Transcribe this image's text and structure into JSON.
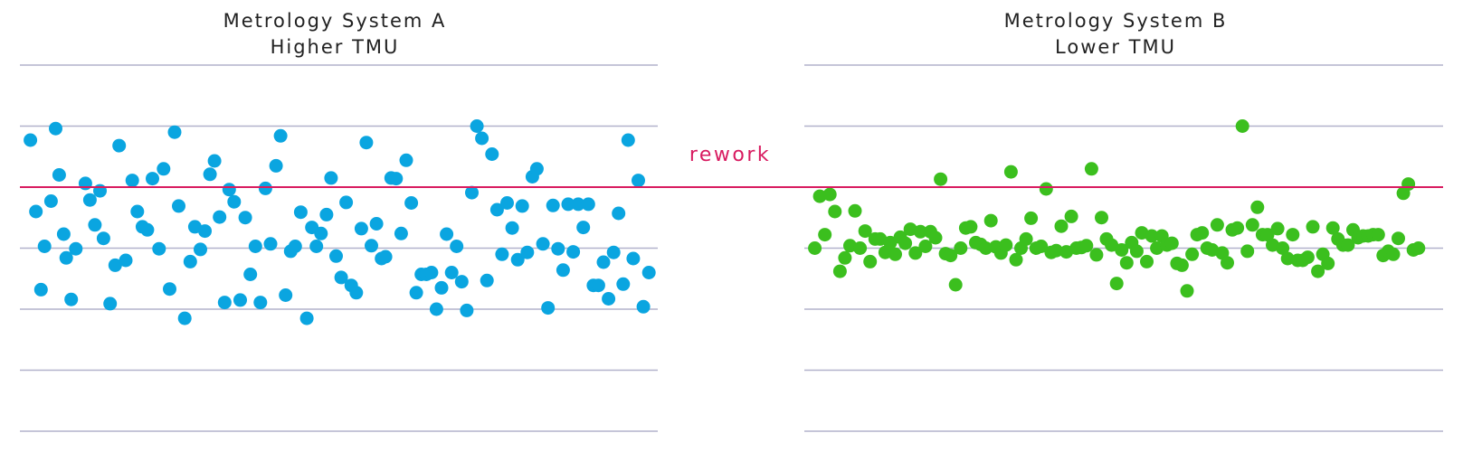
{
  "threshold_label": "rework",
  "colors": {
    "gridline": "#b2b2cc",
    "rework_line": "#d81b60",
    "series_a": "#0aa5e0",
    "series_b": "#3bbf1e"
  },
  "chart_data": [
    {
      "type": "scatter",
      "title": [
        "Metrology System A",
        "Higher TMU"
      ],
      "xlabel": "",
      "ylabel": "",
      "ylim": [
        0,
        6
      ],
      "xlim": [
        0,
        125
      ],
      "grid": true,
      "legend": "none",
      "rework_threshold": 4,
      "series": [
        {
          "color_key": "series_a",
          "points": [
            [
              1.0,
              4.77
            ],
            [
              2.1,
              3.6
            ],
            [
              3.1,
              2.32
            ],
            [
              3.8,
              3.03
            ],
            [
              5.1,
              3.77
            ],
            [
              6.0,
              4.96
            ],
            [
              6.7,
              4.2
            ],
            [
              7.6,
              3.23
            ],
            [
              8.1,
              2.84
            ],
            [
              9.1,
              2.16
            ],
            [
              10.0,
              2.99
            ],
            [
              11.9,
              4.06
            ],
            [
              12.8,
              3.79
            ],
            [
              13.8,
              3.38
            ],
            [
              14.8,
              3.94
            ],
            [
              15.5,
              3.16
            ],
            [
              16.8,
              2.09
            ],
            [
              17.8,
              2.72
            ],
            [
              18.6,
              4.68
            ],
            [
              19.9,
              2.8
            ],
            [
              21.2,
              4.11
            ],
            [
              22.2,
              3.6
            ],
            [
              23.2,
              3.35
            ],
            [
              24.2,
              3.3
            ],
            [
              25.2,
              4.14
            ],
            [
              26.5,
              2.99
            ],
            [
              27.4,
              4.3
            ],
            [
              28.6,
              2.33
            ],
            [
              29.6,
              4.9
            ],
            [
              30.4,
              3.69
            ],
            [
              31.6,
              1.85
            ],
            [
              32.7,
              2.78
            ],
            [
              33.6,
              3.35
            ],
            [
              34.7,
              2.98
            ],
            [
              35.6,
              3.28
            ],
            [
              36.6,
              4.21
            ],
            [
              37.5,
              4.43
            ],
            [
              38.5,
              3.51
            ],
            [
              39.5,
              2.11
            ],
            [
              40.4,
              3.96
            ],
            [
              41.4,
              3.76
            ],
            [
              42.6,
              2.15
            ],
            [
              43.6,
              3.5
            ],
            [
              44.6,
              2.57
            ],
            [
              45.6,
              3.03
            ],
            [
              46.6,
              2.11
            ],
            [
              47.6,
              3.98
            ],
            [
              48.6,
              3.07
            ],
            [
              49.7,
              4.35
            ],
            [
              50.6,
              4.84
            ],
            [
              51.6,
              2.23
            ],
            [
              52.6,
              2.95
            ],
            [
              53.5,
              3.03
            ],
            [
              54.6,
              3.59
            ],
            [
              55.8,
              1.85
            ],
            [
              56.8,
              3.34
            ],
            [
              57.7,
              3.03
            ],
            [
              58.6,
              3.24
            ],
            [
              59.7,
              3.55
            ],
            [
              60.6,
              4.15
            ],
            [
              61.6,
              2.87
            ],
            [
              62.6,
              2.52
            ],
            [
              63.6,
              3.75
            ],
            [
              64.6,
              2.39
            ],
            [
              65.6,
              2.27
            ],
            [
              66.6,
              3.32
            ],
            [
              67.6,
              4.73
            ],
            [
              68.6,
              3.04
            ],
            [
              69.6,
              3.4
            ],
            [
              70.6,
              2.83
            ],
            [
              71.4,
              2.86
            ],
            [
              72.5,
              4.15
            ],
            [
              73.5,
              4.14
            ],
            [
              74.5,
              3.24
            ],
            [
              75.5,
              4.44
            ],
            [
              76.5,
              3.74
            ],
            [
              77.5,
              2.27
            ],
            [
              78.5,
              2.57
            ],
            [
              79.5,
              2.57
            ],
            [
              80.5,
              2.6
            ],
            [
              81.5,
              2.0
            ],
            [
              82.5,
              2.35
            ],
            [
              83.5,
              3.23
            ],
            [
              84.5,
              2.6
            ],
            [
              85.5,
              3.03
            ],
            [
              86.5,
              2.45
            ],
            [
              87.5,
              1.98
            ],
            [
              88.5,
              3.91
            ],
            [
              89.5,
              5.0
            ],
            [
              90.5,
              4.8
            ],
            [
              91.5,
              2.47
            ],
            [
              92.5,
              4.54
            ],
            [
              93.5,
              3.63
            ],
            [
              94.5,
              2.9
            ],
            [
              95.5,
              3.74
            ],
            [
              96.5,
              3.33
            ],
            [
              97.6,
              2.81
            ],
            [
              98.5,
              3.69
            ],
            [
              99.5,
              2.93
            ],
            [
              100.5,
              4.17
            ],
            [
              101.4,
              4.3
            ],
            [
              102.6,
              3.07
            ],
            [
              103.6,
              2.02
            ],
            [
              104.6,
              3.7
            ],
            [
              105.6,
              2.99
            ],
            [
              106.6,
              2.64
            ],
            [
              107.6,
              3.72
            ],
            [
              108.6,
              2.94
            ],
            [
              109.6,
              3.72
            ],
            [
              110.6,
              3.34
            ],
            [
              111.6,
              3.72
            ],
            [
              112.6,
              2.39
            ],
            [
              113.6,
              2.39
            ],
            [
              114.6,
              2.77
            ],
            [
              115.6,
              2.17
            ],
            [
              116.6,
              2.93
            ],
            [
              117.6,
              3.57
            ],
            [
              118.5,
              2.41
            ],
            [
              119.5,
              4.77
            ],
            [
              120.5,
              2.83
            ],
            [
              121.5,
              4.11
            ],
            [
              122.5,
              2.04
            ],
            [
              123.6,
              2.6
            ]
          ]
        }
      ]
    },
    {
      "type": "scatter",
      "title": [
        "Metrology System B",
        "Lower TMU"
      ],
      "xlabel": "",
      "ylabel": "",
      "ylim": [
        0,
        6
      ],
      "xlim": [
        0,
        125
      ],
      "grid": true,
      "legend": "none",
      "rework_threshold": 4,
      "series": [
        {
          "color_key": "series_b",
          "points": [
            [
              1.0,
              3.0
            ],
            [
              2.0,
              3.85
            ],
            [
              3.0,
              3.22
            ],
            [
              4.0,
              3.88
            ],
            [
              5.0,
              3.6
            ],
            [
              6.0,
              2.62
            ],
            [
              7.0,
              2.84
            ],
            [
              8.0,
              3.04
            ],
            [
              9.0,
              3.61
            ],
            [
              10.0,
              3.0
            ],
            [
              11.0,
              3.28
            ],
            [
              12.0,
              2.78
            ],
            [
              13.0,
              3.15
            ],
            [
              14.0,
              3.15
            ],
            [
              15.0,
              2.93
            ],
            [
              16.0,
              3.09
            ],
            [
              17.0,
              2.9
            ],
            [
              18.0,
              3.18
            ],
            [
              19.0,
              3.08
            ],
            [
              20.0,
              3.31
            ],
            [
              21.0,
              2.92
            ],
            [
              22.0,
              3.27
            ],
            [
              23.0,
              3.03
            ],
            [
              24.0,
              3.27
            ],
            [
              25.0,
              3.17
            ],
            [
              26.0,
              4.13
            ],
            [
              27.0,
              2.91
            ],
            [
              28.0,
              2.88
            ],
            [
              29.0,
              2.4
            ],
            [
              30.0,
              3.0
            ],
            [
              31.0,
              3.33
            ],
            [
              32.0,
              3.35
            ],
            [
              33.0,
              3.09
            ],
            [
              34.0,
              3.06
            ],
            [
              35.0,
              3.0
            ],
            [
              36.0,
              3.45
            ],
            [
              37.0,
              3.02
            ],
            [
              38.0,
              2.92
            ],
            [
              39.0,
              3.05
            ],
            [
              40.0,
              4.25
            ],
            [
              41.0,
              2.81
            ],
            [
              42.0,
              3.0
            ],
            [
              43.0,
              3.15
            ],
            [
              44.0,
              3.49
            ],
            [
              45.0,
              3.0
            ],
            [
              46.0,
              3.03
            ],
            [
              47.0,
              3.97
            ],
            [
              48.0,
              2.93
            ],
            [
              49.0,
              2.96
            ],
            [
              50.0,
              3.36
            ],
            [
              51.0,
              2.94
            ],
            [
              52.0,
              3.52
            ],
            [
              53.0,
              3.0
            ],
            [
              54.0,
              3.01
            ],
            [
              55.0,
              3.04
            ],
            [
              56.0,
              4.3
            ],
            [
              57.0,
              2.89
            ],
            [
              58.0,
              3.5
            ],
            [
              59.0,
              3.15
            ],
            [
              60.0,
              3.05
            ],
            [
              61.0,
              2.42
            ],
            [
              62.0,
              2.97
            ],
            [
              63.0,
              2.76
            ],
            [
              64.0,
              3.09
            ],
            [
              65.0,
              2.95
            ],
            [
              66.0,
              3.25
            ],
            [
              67.0,
              2.78
            ],
            [
              68.0,
              3.2
            ],
            [
              69.0,
              3.0
            ],
            [
              70.0,
              3.2
            ],
            [
              71.0,
              3.05
            ],
            [
              72.0,
              3.08
            ],
            [
              73.0,
              2.75
            ],
            [
              74.0,
              2.72
            ],
            [
              75.0,
              2.3
            ],
            [
              76.0,
              2.9
            ],
            [
              77.0,
              3.22
            ],
            [
              78.0,
              3.25
            ],
            [
              79.0,
              3.0
            ],
            [
              80.0,
              2.97
            ],
            [
              81.0,
              3.38
            ],
            [
              82.0,
              2.92
            ],
            [
              83.0,
              2.76
            ],
            [
              84.0,
              3.3
            ],
            [
              85.0,
              3.33
            ],
            [
              86.0,
              5.0
            ],
            [
              87.0,
              2.95
            ],
            [
              88.0,
              3.38
            ],
            [
              89.0,
              3.67
            ],
            [
              90.0,
              3.22
            ],
            [
              91.0,
              3.22
            ],
            [
              92.0,
              3.05
            ],
            [
              93.0,
              3.32
            ],
            [
              94.0,
              3.0
            ],
            [
              95.0,
              2.83
            ],
            [
              96.0,
              3.22
            ],
            [
              97.0,
              2.8
            ],
            [
              98.0,
              2.8
            ],
            [
              99.0,
              2.85
            ],
            [
              100.0,
              3.35
            ],
            [
              101.0,
              2.62
            ],
            [
              102.0,
              2.9
            ],
            [
              103.0,
              2.75
            ],
            [
              104.0,
              3.33
            ],
            [
              105.0,
              3.15
            ],
            [
              106.0,
              3.05
            ],
            [
              107.0,
              3.05
            ],
            [
              108.0,
              3.3
            ],
            [
              109.0,
              3.17
            ],
            [
              110.0,
              3.2
            ],
            [
              111.0,
              3.2
            ],
            [
              112.0,
              3.22
            ],
            [
              113.0,
              3.22
            ],
            [
              114.0,
              2.88
            ],
            [
              115.0,
              2.95
            ],
            [
              116.0,
              2.9
            ],
            [
              117.0,
              3.16
            ],
            [
              118.0,
              3.9
            ],
            [
              119.0,
              4.05
            ],
            [
              120.0,
              2.97
            ],
            [
              121.0,
              3.0
            ]
          ]
        }
      ]
    }
  ]
}
